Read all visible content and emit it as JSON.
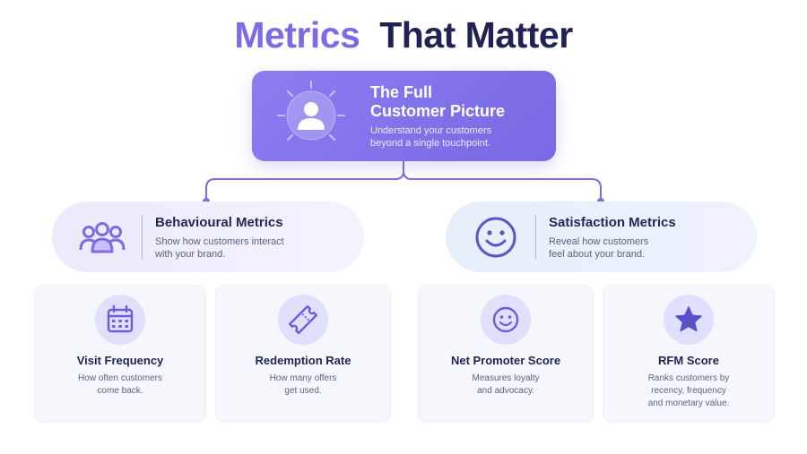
{
  "title": {
    "accent": "Metrics",
    "main": "That Matter"
  },
  "top_card": {
    "title_line1": "The Full",
    "title_line2": "Customer Picture",
    "desc_line1": "Understand your customers",
    "desc_line2": "beyond a single touchpoint.",
    "icon": "user-sun-icon"
  },
  "categories": [
    {
      "title": "Behavioural Metrics",
      "desc_line1": "Show how customers interact",
      "desc_line2": "with your brand.",
      "icon": "users-group-icon"
    },
    {
      "title": "Satisfaction Metrics",
      "desc_line1": "Reveal how customers",
      "desc_line2": "feel about your brand.",
      "icon": "smiley-icon"
    }
  ],
  "metrics": [
    {
      "title": "Visit Frequency",
      "desc_line1": "How often customers",
      "desc_line2": "come back.",
      "icon": "calendar-icon"
    },
    {
      "title": "Redemption Rate",
      "desc_line1": "How many offers",
      "desc_line2": "get used.",
      "icon": "ticket-icon"
    },
    {
      "title": "Net Promoter Score",
      "desc_line1": "Measures loyalty",
      "desc_line2": "and advocacy.",
      "icon": "smiley-icon"
    },
    {
      "title": "RFM Score",
      "desc_line1": "Ranks customers by",
      "desc_line2": "recency, frequency",
      "desc_line3": "and monetary value.",
      "icon": "star-icon"
    }
  ],
  "colors": {
    "accent": "#7b6ce6",
    "title_dark": "#1e2352",
    "connector": "#7b6ce6"
  }
}
